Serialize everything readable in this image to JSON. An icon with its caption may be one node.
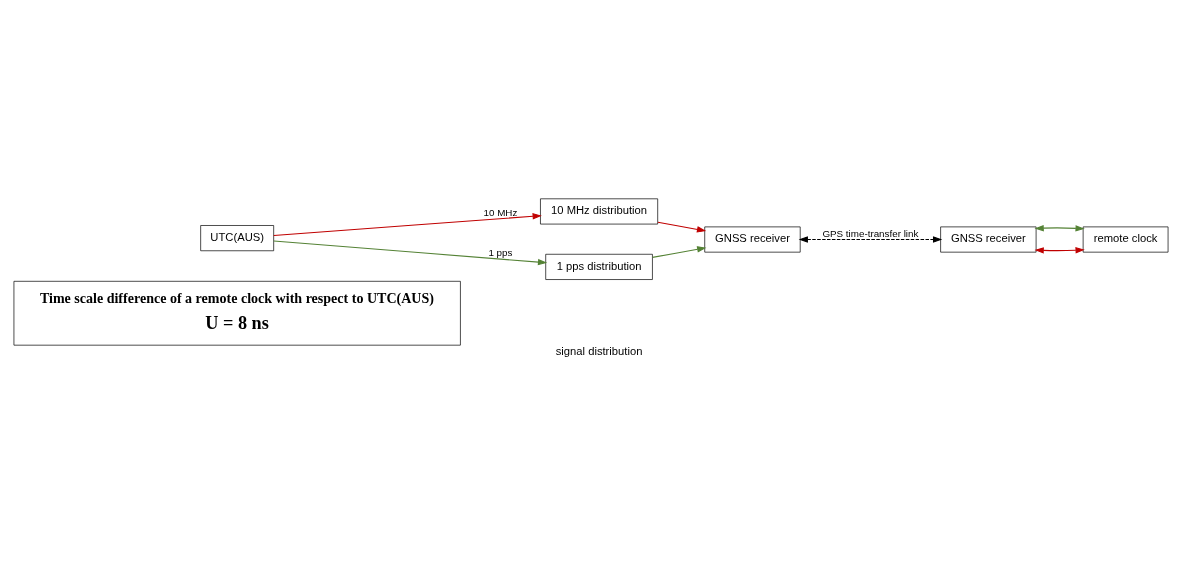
{
  "diagram": {
    "nodes": [
      {
        "text": [
          "Time scale difference of a remote clock with respect to UTC(AUS)",
          "U = 8 ns"
        ]
      },
      {
        "text": [
          "UTC(AUS)"
        ]
      },
      {
        "text": [
          "10 MHz distribution"
        ]
      },
      {
        "text": [
          "1 pps distribution"
        ]
      },
      {
        "text": [
          "GNSS receiver"
        ]
      },
      {
        "text": [
          "GNSS receiver"
        ]
      },
      {
        "text": [
          "remote clock"
        ]
      }
    ],
    "edges": [
      {
        "from": 1,
        "to": 2,
        "arrow": "to",
        "label": "10 MHz",
        "color": "#c00000"
      },
      {
        "from": 1,
        "to": 3,
        "arrow": "to",
        "label": "1 pps",
        "color": "#548235"
      },
      {
        "from": 2,
        "to": 4,
        "arrow": "to",
        "color": "#c00000"
      },
      {
        "from": 3,
        "to": 4,
        "arrow": "to",
        "color": "#548235"
      },
      {
        "from": 4,
        "to": 5,
        "arrow": "both",
        "style": "dashed",
        "color": "#000000",
        "label": "GPS time-transfer link"
      },
      {
        "from": 5,
        "to": 6,
        "arrow": "both",
        "color": "#c00000"
      },
      {
        "from": 5,
        "to": 6,
        "arrow": "both",
        "color": "#548235"
      }
    ],
    "labels": [
      "signal distribution"
    ]
  }
}
